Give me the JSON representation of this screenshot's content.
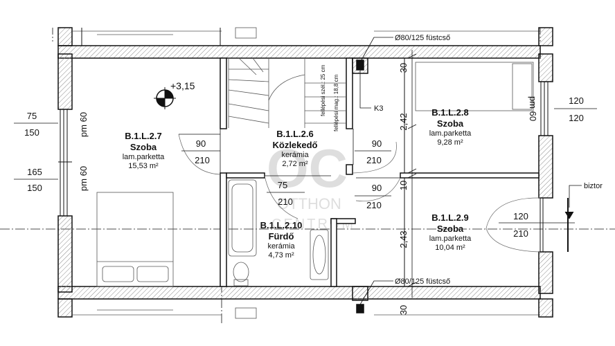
{
  "rooms": [
    {
      "code": "B.1.L.2.7",
      "name": "Szoba",
      "floor": "lam.parketta",
      "area": "15,53 m²"
    },
    {
      "code": "B.1.L.2.6",
      "name": "Közlekedő",
      "floor": "kerámia",
      "area": "2,72 m²"
    },
    {
      "code": "B.1.L.2.8",
      "name": "Szoba",
      "floor": "lam.parketta",
      "area": "9,28 m²"
    },
    {
      "code": "B.1.L.2.9",
      "name": "Szoba",
      "floor": "lam.parketta",
      "area": "10,04 m²"
    },
    {
      "code": "B.1.L.2.10",
      "name": "Fürdő",
      "floor": "kerámia",
      "area": "4,73 m²"
    }
  ],
  "level_mark": "+3,15",
  "flue_labels": [
    "Ø80/125 füstcső",
    "Ø80/125 füstcső"
  ],
  "k3_label": "K3",
  "stair_notes": [
    "fellépési szél.: 25 cm",
    "fellépési mag.: 18,8 cm"
  ],
  "biztor_label": "biztor",
  "window_marks": [
    {
      "w": "75",
      "h": "150",
      "pm": "pm 60"
    },
    {
      "w": "165",
      "h": "150",
      "pm": "pm 60"
    },
    {
      "w": "120",
      "h": "120",
      "pm": "pm 60"
    }
  ],
  "door_marks": [
    {
      "w": "90",
      "h": "210"
    },
    {
      "w": "90",
      "h": "210"
    },
    {
      "w": "75",
      "h": "210"
    },
    {
      "w": "90",
      "h": "210"
    },
    {
      "w": "120",
      "h": "210"
    }
  ],
  "dimensions": [
    "30",
    "2,42",
    "10",
    "2,43",
    "30"
  ],
  "watermark": {
    "letters": "OC",
    "line1": "OTTHON",
    "line2": "CENTRUM"
  },
  "colors": {
    "line": "#111111",
    "hatch": "#777777",
    "watermark": "#b8b8b8"
  }
}
